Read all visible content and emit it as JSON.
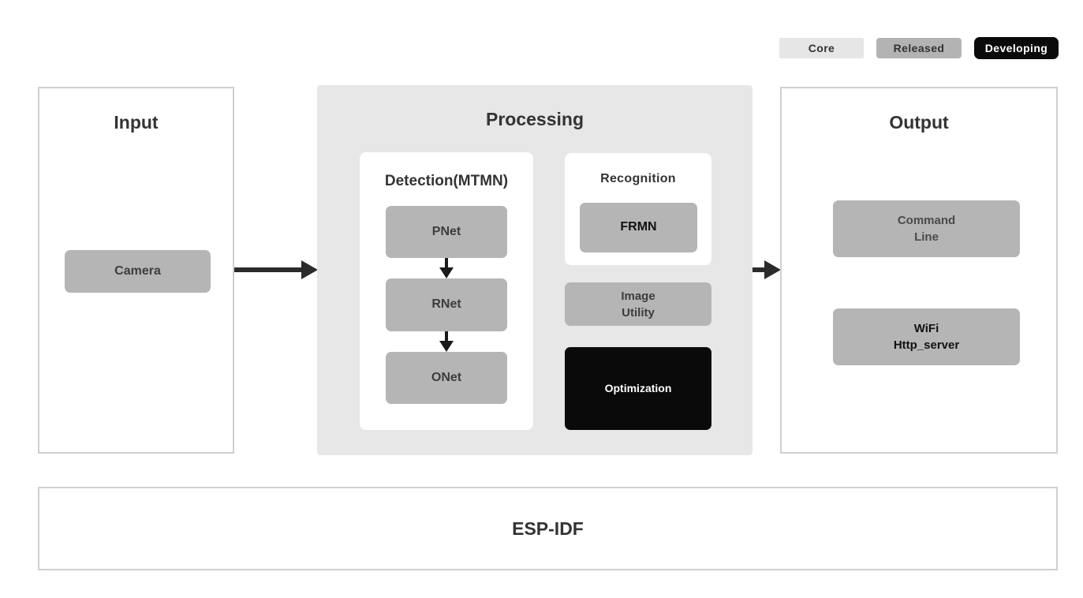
{
  "legend": {
    "items": [
      {
        "label": "Core",
        "bg": "#e6e6e6",
        "fg": "#333333"
      },
      {
        "label": "Released",
        "bg": "#b3b3b3",
        "fg": "#333333"
      },
      {
        "label": "Developing",
        "bg": "#0a0a0a",
        "fg": "#ffffff"
      }
    ]
  },
  "input": {
    "title": "Input",
    "camera_label": "Camera"
  },
  "processing": {
    "title": "Processing",
    "detection": {
      "title": "Detection(MTMN)",
      "nodes": [
        "PNet",
        "RNet",
        "ONet"
      ]
    },
    "recognition": {
      "title": "Recognition",
      "node_label": "FRMN"
    },
    "image_utility_label": "Image\nUtility",
    "optimization_label": "Optimization"
  },
  "output": {
    "title": "Output",
    "command_line_label": "Command\nLine",
    "wifi_label": "WiFi\nHttp_server"
  },
  "foundation": {
    "title": "ESP-IDF"
  },
  "colors": {
    "processing_panel_bg": "#e7e7e7",
    "node_gray": "#b5b5b5",
    "node_black": "#0a0a0a",
    "panel_border": "#d0d0d0",
    "arrow": "#2b2b2b",
    "title_text": "#333333"
  }
}
